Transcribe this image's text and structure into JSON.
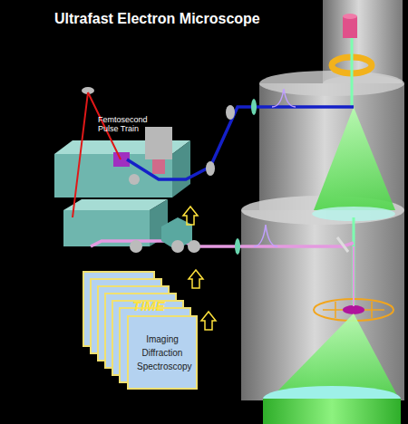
{
  "diagram": {
    "title": "Ultrafast Electron Microscope",
    "nodes": [
      {
        "text": [
          "Imaging Diffraction Spectroscopy"
        ]
      }
    ],
    "labels": [
      "Femtosecond Pulse Train",
      "TIME"
    ]
  }
}
